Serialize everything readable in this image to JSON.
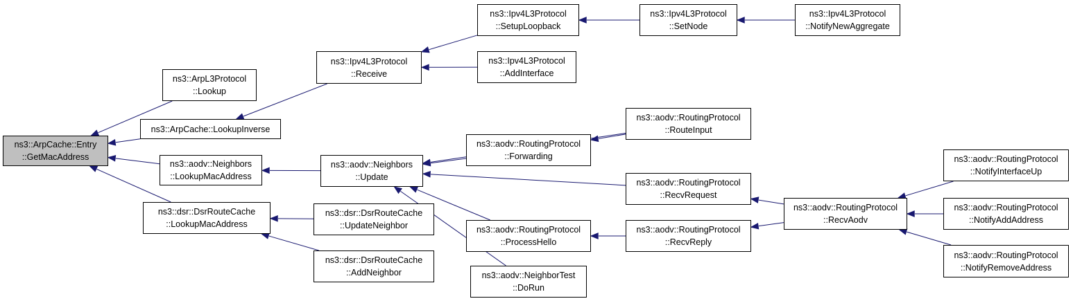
{
  "colors": {
    "edge": "#191970",
    "node_border": "#000000",
    "node_fill": "#ffffff",
    "root_fill": "#bfbfbf"
  },
  "nodes": {
    "root": {
      "lines": [
        "ns3::ArpCache::Entry",
        "::GetMacAddress"
      ]
    },
    "arp_lookup": {
      "lines": [
        "ns3::ArpL3Protocol",
        "::Lookup"
      ]
    },
    "arp_lookupinverse": {
      "lines": [
        "ns3::ArpCache::LookupInverse"
      ]
    },
    "aodv_lookupmac": {
      "lines": [
        "ns3::aodv::Neighbors",
        "::LookupMacAddress"
      ]
    },
    "dsr_lookupmac": {
      "lines": [
        "ns3::dsr::DsrRouteCache",
        "::LookupMacAddress"
      ]
    },
    "ipv4_receive": {
      "lines": [
        "ns3::Ipv4L3Protocol",
        "::Receive"
      ]
    },
    "ipv4_setuploopback": {
      "lines": [
        "ns3::Ipv4L3Protocol",
        "::SetupLoopback"
      ]
    },
    "ipv4_addinterface": {
      "lines": [
        "ns3::Ipv4L3Protocol",
        "::AddInterface"
      ]
    },
    "ipv4_setnode": {
      "lines": [
        "ns3::Ipv4L3Protocol",
        "::SetNode"
      ]
    },
    "ipv4_notifynewaggregate": {
      "lines": [
        "ns3::Ipv4L3Protocol",
        "::NotifyNewAggregate"
      ]
    },
    "aodv_update": {
      "lines": [
        "ns3::aodv::Neighbors",
        "::Update"
      ]
    },
    "aodv_forwarding": {
      "lines": [
        "ns3::aodv::RoutingProtocol",
        "::Forwarding"
      ]
    },
    "aodv_routeinput": {
      "lines": [
        "ns3::aodv::RoutingProtocol",
        "::RouteInput"
      ]
    },
    "aodv_recvrequest": {
      "lines": [
        "ns3::aodv::RoutingProtocol",
        "::RecvRequest"
      ]
    },
    "aodv_processhello": {
      "lines": [
        "ns3::aodv::RoutingProtocol",
        "::ProcessHello"
      ]
    },
    "aodv_recvreply": {
      "lines": [
        "ns3::aodv::RoutingProtocol",
        "::RecvReply"
      ]
    },
    "aodv_neighbortest": {
      "lines": [
        "ns3::aodv::NeighborTest",
        "::DoRun"
      ]
    },
    "aodv_recvaodv": {
      "lines": [
        "ns3::aodv::RoutingProtocol",
        "::RecvAodv"
      ]
    },
    "aodv_notifyinterfaceup": {
      "lines": [
        "ns3::aodv::RoutingProtocol",
        "::NotifyInterfaceUp"
      ]
    },
    "aodv_notifyaddaddress": {
      "lines": [
        "ns3::aodv::RoutingProtocol",
        "::NotifyAddAddress"
      ]
    },
    "aodv_notifyremoveaddress": {
      "lines": [
        "ns3::aodv::RoutingProtocol",
        "::NotifyRemoveAddress"
      ]
    },
    "dsr_updateneighbor": {
      "lines": [
        "ns3::dsr::DsrRouteCache",
        "::UpdateNeighbor"
      ]
    },
    "dsr_addneighbor": {
      "lines": [
        "ns3::dsr::DsrRouteCache",
        "::AddNeighbor"
      ]
    }
  },
  "edges": [
    {
      "from": "arp_lookup",
      "to": "root"
    },
    {
      "from": "arp_lookupinverse",
      "to": "root"
    },
    {
      "from": "aodv_lookupmac",
      "to": "root"
    },
    {
      "from": "dsr_lookupmac",
      "to": "root"
    },
    {
      "from": "ipv4_receive",
      "to": "arp_lookupinverse"
    },
    {
      "from": "ipv4_setuploopback",
      "to": "ipv4_receive"
    },
    {
      "from": "ipv4_addinterface",
      "to": "ipv4_receive"
    },
    {
      "from": "ipv4_setnode",
      "to": "ipv4_setuploopback"
    },
    {
      "from": "ipv4_notifynewaggregate",
      "to": "ipv4_setnode"
    },
    {
      "from": "aodv_update",
      "to": "aodv_lookupmac"
    },
    {
      "from": "aodv_routeinput",
      "to": "aodv_update"
    },
    {
      "from": "aodv_forwarding",
      "to": "aodv_update"
    },
    {
      "from": "aodv_recvrequest",
      "to": "aodv_update"
    },
    {
      "from": "aodv_processhello",
      "to": "aodv_update"
    },
    {
      "from": "aodv_neighbortest",
      "to": "aodv_update"
    },
    {
      "from": "aodv_routeinput",
      "to": "aodv_forwarding"
    },
    {
      "from": "aodv_recvreply",
      "to": "aodv_processhello"
    },
    {
      "from": "aodv_recvaodv",
      "to": "aodv_recvrequest"
    },
    {
      "from": "aodv_recvaodv",
      "to": "aodv_recvreply"
    },
    {
      "from": "aodv_notifyinterfaceup",
      "to": "aodv_recvaodv"
    },
    {
      "from": "aodv_notifyaddaddress",
      "to": "aodv_recvaodv"
    },
    {
      "from": "aodv_notifyremoveaddress",
      "to": "aodv_recvaodv"
    },
    {
      "from": "dsr_updateneighbor",
      "to": "dsr_lookupmac"
    },
    {
      "from": "dsr_addneighbor",
      "to": "dsr_lookupmac"
    }
  ]
}
